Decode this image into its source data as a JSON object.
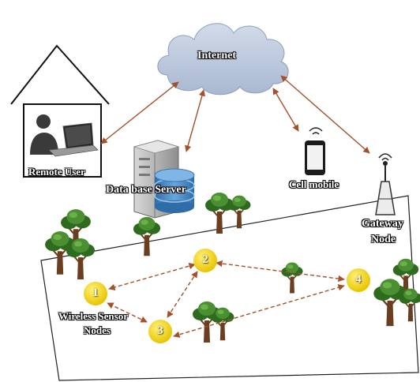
{
  "labels": {
    "internet": "Internet",
    "remote_user": "Remote User",
    "database_server": "Data base Server",
    "cell_mobile": "Cell mobile",
    "gateway_line1": "Gateway",
    "gateway_line2": "Node",
    "wsn_line1": "Wireless Sensor",
    "wsn_line2": "Nodes"
  },
  "nodes": [
    "1",
    "2",
    "3",
    "4"
  ],
  "colors": {
    "cloud": "#b9c6dc",
    "arrow": "#a4502a",
    "node": "#f2d40a",
    "tree_leaf": "#3f7f2a",
    "tree_trunk": "#6b3e1f",
    "database": "#4a87c3"
  },
  "icons": [
    "cloud-icon",
    "house-icon",
    "user-icon",
    "laptop-icon",
    "server-icon",
    "database-icon",
    "phone-icon",
    "antenna-tower-icon",
    "tree-icon"
  ]
}
